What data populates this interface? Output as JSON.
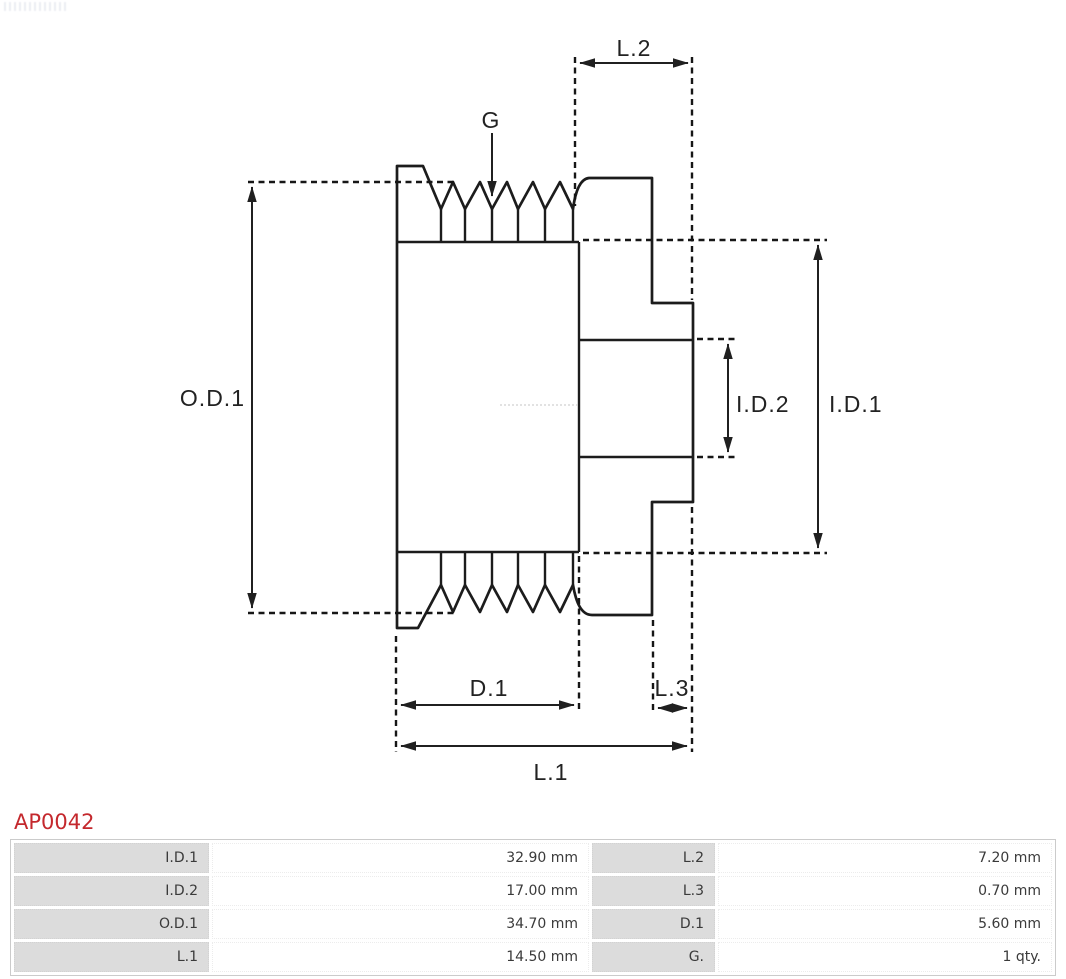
{
  "page": {
    "background": "#ffffff"
  },
  "part": {
    "number": "AP0042",
    "number_color": "#c4282d"
  },
  "diagram": {
    "type": "pulley-cross-section",
    "line_color": "#1c1c1c",
    "labels": {
      "l2": "L.2",
      "g": "G",
      "od1": "O.D.1",
      "id2": "I.D.2",
      "id1": "I.D.1",
      "d1": "D.1",
      "l3": "L.3",
      "l1": "L.1"
    }
  },
  "spec_table": {
    "label_bg": "#dcdcdc",
    "rows": [
      {
        "l_label": "I.D.1",
        "l_value": "32.90 mm",
        "r_label": "L.2",
        "r_value": "7.20 mm"
      },
      {
        "l_label": "I.D.2",
        "l_value": "17.00 mm",
        "r_label": "L.3",
        "r_value": "0.70 mm"
      },
      {
        "l_label": "O.D.1",
        "l_value": "34.70 mm",
        "r_label": "D.1",
        "r_value": "5.60 mm"
      },
      {
        "l_label": "L.1",
        "l_value": "14.50 mm",
        "r_label": "G.",
        "r_value": "1 qty."
      }
    ]
  }
}
